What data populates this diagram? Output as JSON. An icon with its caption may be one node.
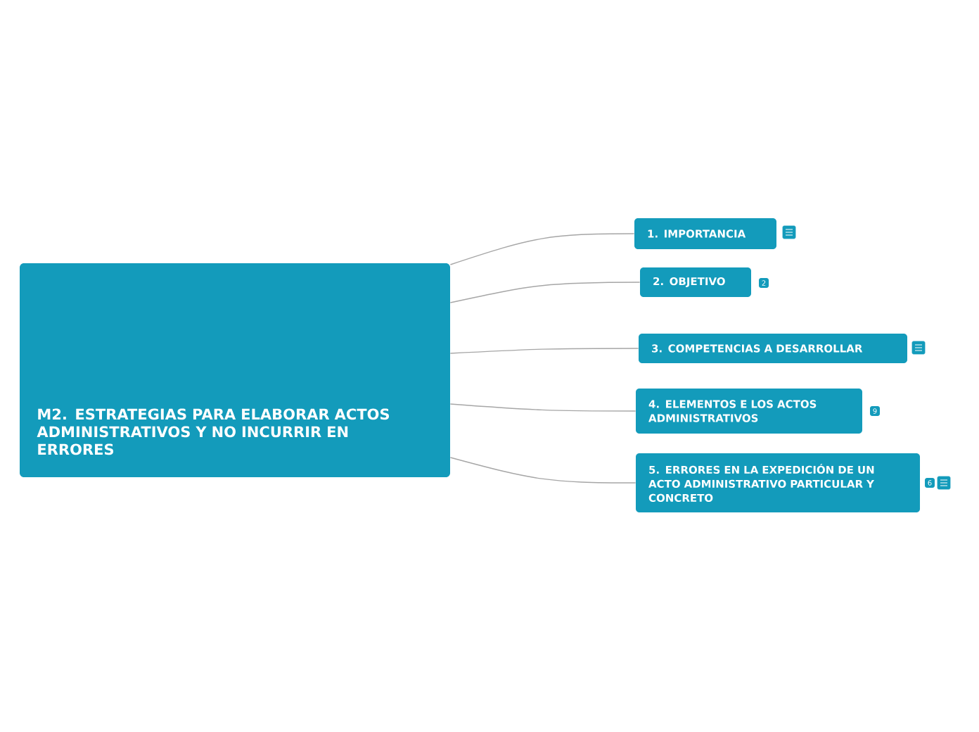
{
  "diagram": {
    "nodes": [
      {
        "text": [
          "M2. ESTRATEGIAS PARA ELABORAR ACTOS ADMINISTRATIVOS Y NO INCURRIR EN ERRORES"
        ]
      },
      {
        "text": [
          "1. IMPORTANCIA"
        ]
      },
      {
        "text": [
          "2. OBJETIVO"
        ],
        "beside": [
          "2"
        ]
      },
      {
        "text": [
          "3. COMPETENCIAS A DESARROLLAR"
        ]
      },
      {
        "text": [
          "4. ELEMENTOS E LOS ACTOS ADMINISTRATIVOS"
        ],
        "beside": [
          "9"
        ]
      },
      {
        "text": [
          "5. ERRORES EN LA EXPEDICIÓN DE UN ACTO ADMINISTRATIVO PARTICULAR Y CONCRETO"
        ],
        "beside": [
          "6"
        ]
      }
    ],
    "edges": [
      {
        "from": 0,
        "to": 1,
        "arrow": "none"
      },
      {
        "from": 0,
        "to": 2,
        "arrow": "none"
      },
      {
        "from": 0,
        "to": 3,
        "arrow": "none"
      },
      {
        "from": 0,
        "to": 4,
        "arrow": "none"
      },
      {
        "from": 0,
        "to": 5,
        "arrow": "none"
      }
    ]
  }
}
